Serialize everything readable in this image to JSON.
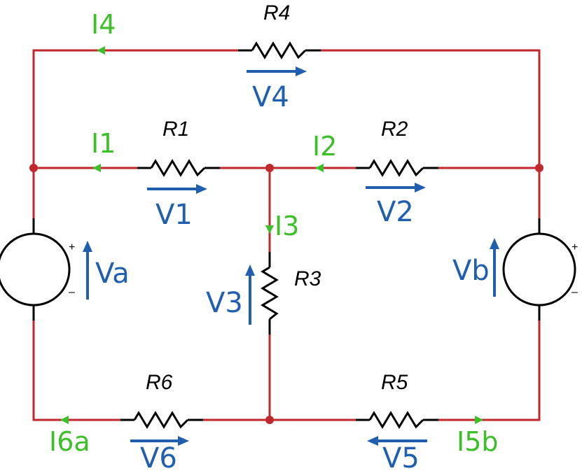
{
  "resistors": {
    "r1": "R1",
    "r2": "R2",
    "r3": "R3",
    "r4": "R4",
    "r5": "R5",
    "r6": "R6"
  },
  "currents": {
    "i1": "I1",
    "i2": "I2",
    "i3": "I3",
    "i4": "I4",
    "i5b": "I5b",
    "i6a": "I6a"
  },
  "voltages": {
    "v1": "V1",
    "v2": "V2",
    "v3": "V3",
    "v4": "V4",
    "v5": "V5",
    "v6": "V6",
    "va": "Va",
    "vb": "Vb"
  },
  "polarity": {
    "plus": "+",
    "minus": "–"
  },
  "colors": {
    "wire": "#c0282d",
    "component": "#000000",
    "current_label": "#3cbf28",
    "voltage_label": "#1f5fad"
  }
}
